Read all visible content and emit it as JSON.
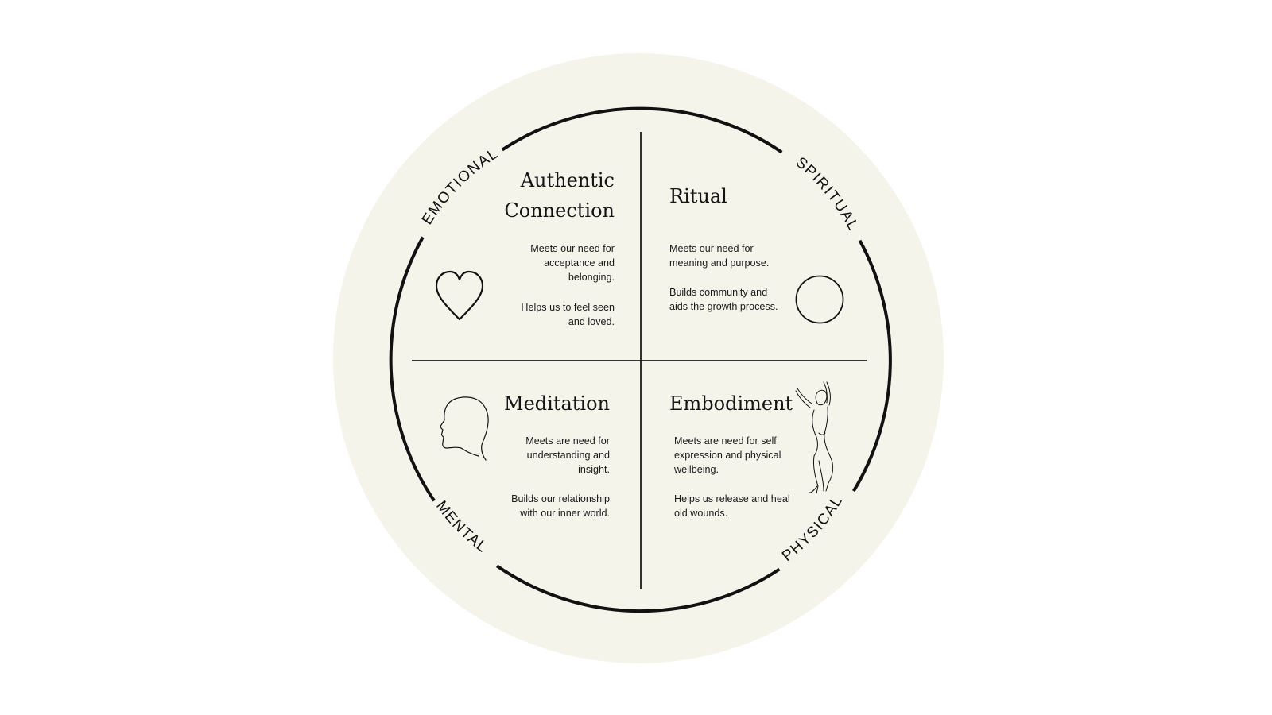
{
  "colors": {
    "background_disc": "#f4f4ea",
    "ring": "#111111",
    "lines": "#1a1a1a"
  },
  "ring_labels": {
    "top_left": "EMOTIONAL",
    "top_right": "SPIRITUAL",
    "bottom_left": "MENTAL",
    "bottom_right": "PHYSICAL"
  },
  "quadrants": {
    "connection": {
      "title_line1": "Authentic",
      "title_line2": "Connection",
      "text1": [
        "Meets our need for",
        "acceptance and",
        "belonging."
      ],
      "text2": [
        "Helps us to feel seen",
        "and loved."
      ],
      "icon": "heart-icon"
    },
    "ritual": {
      "title": "Ritual",
      "text1": [
        "Meets our need for",
        "meaning and purpose."
      ],
      "text2": [
        "Builds community and",
        "aids the growth process."
      ],
      "icon": "circle-icon"
    },
    "meditation": {
      "title": "Meditation",
      "text1": [
        "Meets are need for",
        "understanding and",
        "insight."
      ],
      "text2": [
        "Builds our relationship",
        "with our inner world."
      ],
      "icon": "head-profile-icon"
    },
    "embodiment": {
      "title": "Embodiment",
      "text1": [
        "Meets are need for self",
        "expression and physical",
        "wellbeing."
      ],
      "text2": [
        "Helps us release and heal",
        "old wounds."
      ],
      "icon": "dancing-figure-icon"
    }
  }
}
